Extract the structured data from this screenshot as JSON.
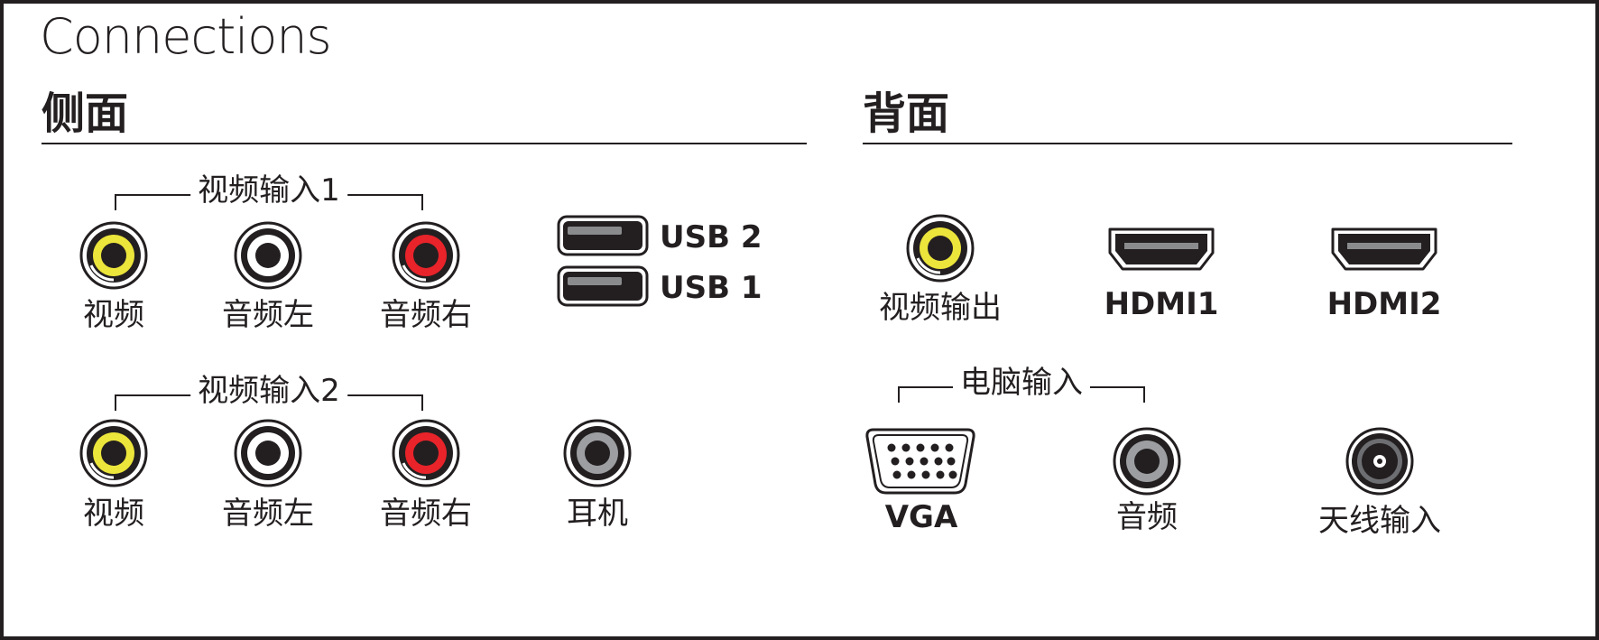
{
  "title": "Connections",
  "side": {
    "heading": "侧面",
    "groups": [
      {
        "label": "视频输入1",
        "ports": [
          "视频",
          "音频左",
          "音频右"
        ]
      },
      {
        "label": "视频输入2",
        "ports": [
          "视频",
          "音频左",
          "音频右"
        ]
      }
    ],
    "usb": [
      "USB 2",
      "USB 1"
    ],
    "headphone": "耳机"
  },
  "back": {
    "heading": "背面",
    "video_out": "视频输出",
    "hdmi": [
      "HDMI1",
      "HDMI2"
    ],
    "pc_group": "电脑输入",
    "vga": "VGA",
    "audio": "音频",
    "antenna": "天线输入"
  },
  "colors": {
    "outline": "#231f20",
    "rca_yellow": "#ece53b",
    "rca_white": "#ffffff",
    "rca_red": "#e8232a",
    "jack_gray": "#9c9ea1"
  }
}
